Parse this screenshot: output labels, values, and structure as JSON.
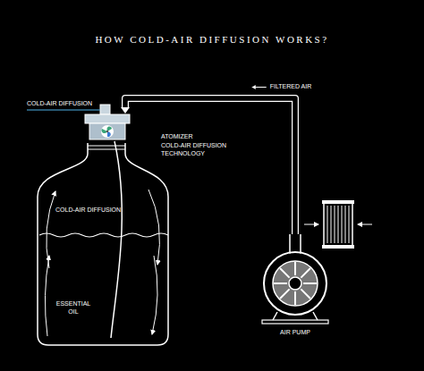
{
  "diagram": {
    "title": "HOW COLD-AIR DIFFUSION WORKS?",
    "nodes": [
      {
        "text": [
          "ATOMIZER",
          "COLD-AIR DIFFUSION TECHNOLOGY"
        ]
      },
      {
        "text": [
          "COLD-AIR DIFFUSION",
          "ESSENTIAL OIL"
        ]
      },
      {
        "text": [
          "AIR PUMP"
        ]
      }
    ],
    "edges": [
      {
        "from": 2,
        "to": 0,
        "label": "FILTERED AIR",
        "arrow": "to"
      }
    ],
    "labels": [
      "COLD-AIR DIFFUSION"
    ]
  }
}
